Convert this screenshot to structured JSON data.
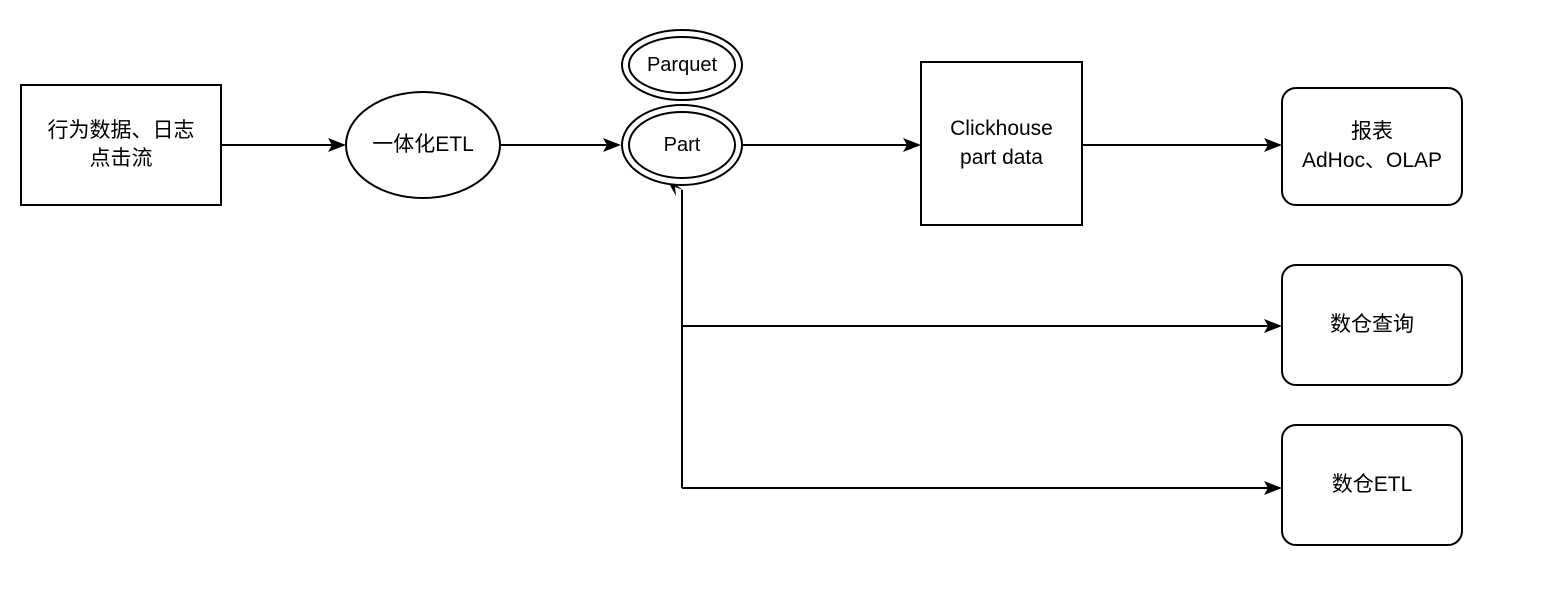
{
  "diagram": {
    "title": "Clickhouse part data pipeline flowchart",
    "background_color": "#ffffff",
    "stroke_color": "#000000",
    "nodes": [
      {
        "id": "source",
        "shape": "rectangle",
        "lines": [
          "行为数据、日志",
          "点击流"
        ]
      },
      {
        "id": "etl",
        "shape": "ellipse",
        "lines": [
          "一体化ETL"
        ]
      },
      {
        "id": "parquet",
        "shape": "double-ellipse",
        "lines": [
          "Parquet"
        ]
      },
      {
        "id": "part",
        "shape": "double-ellipse",
        "lines": [
          "Part"
        ]
      },
      {
        "id": "clickhouse",
        "shape": "rectangle",
        "lines": [
          "Clickhouse",
          "part data"
        ]
      },
      {
        "id": "report",
        "shape": "rounded-rectangle",
        "lines": [
          "报表",
          "AdHoc、OLAP"
        ]
      },
      {
        "id": "warehouse-query",
        "shape": "rounded-rectangle",
        "lines": [
          "数仓查询"
        ]
      },
      {
        "id": "warehouse-etl",
        "shape": "rounded-rectangle",
        "lines": [
          "数仓ETL"
        ]
      }
    ],
    "edges": [
      {
        "id": "source-to-etl",
        "from": "source",
        "to": "etl",
        "arrow": "to"
      },
      {
        "id": "etl-to-part",
        "from": "etl",
        "to": "part",
        "arrow": "to"
      },
      {
        "id": "part-to-clickhouse",
        "from": "part",
        "to": "clickhouse",
        "arrow": "to"
      },
      {
        "id": "clickhouse-to-report",
        "from": "clickhouse",
        "to": "report",
        "arrow": "to"
      },
      {
        "id": "warehouse-query-branch",
        "from": "part",
        "to": "warehouse-query",
        "arrow": "to"
      },
      {
        "id": "warehouse-etl-branch",
        "from": "part",
        "to": "warehouse-etl",
        "arrow": "to"
      },
      {
        "id": "feedback-to-part",
        "from": "warehouse-etl",
        "to": "part",
        "arrow": "to"
      }
    ]
  }
}
